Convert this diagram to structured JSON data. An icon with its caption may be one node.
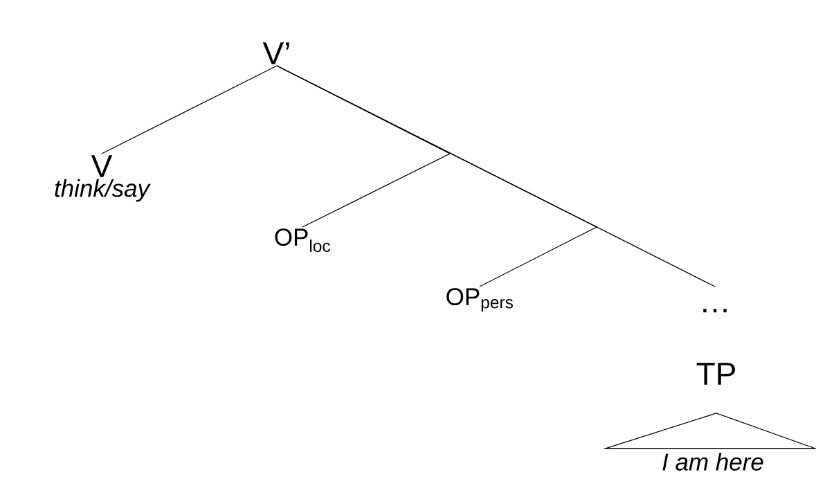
{
  "diagram": {
    "nodes": [
      {
        "text": [
          "V’"
        ]
      },
      {
        "text": [
          "V",
          "think/say"
        ]
      },
      {
        "text": [
          "OP$_{loc}$"
        ]
      },
      {
        "text": [
          "OP$_{pers}$"
        ]
      },
      {
        "text": [
          "…"
        ]
      },
      {
        "text": [
          "TP"
        ]
      },
      {
        "text": [
          "I am here"
        ]
      }
    ],
    "edges": [
      {
        "from": 0,
        "to": 1,
        "arrow": "none"
      },
      {
        "from": 0,
        "to": 2,
        "arrow": "none"
      },
      {
        "from": 0,
        "to": 3,
        "arrow": "none"
      },
      {
        "from": 0,
        "to": 4,
        "arrow": "none"
      }
    ]
  }
}
